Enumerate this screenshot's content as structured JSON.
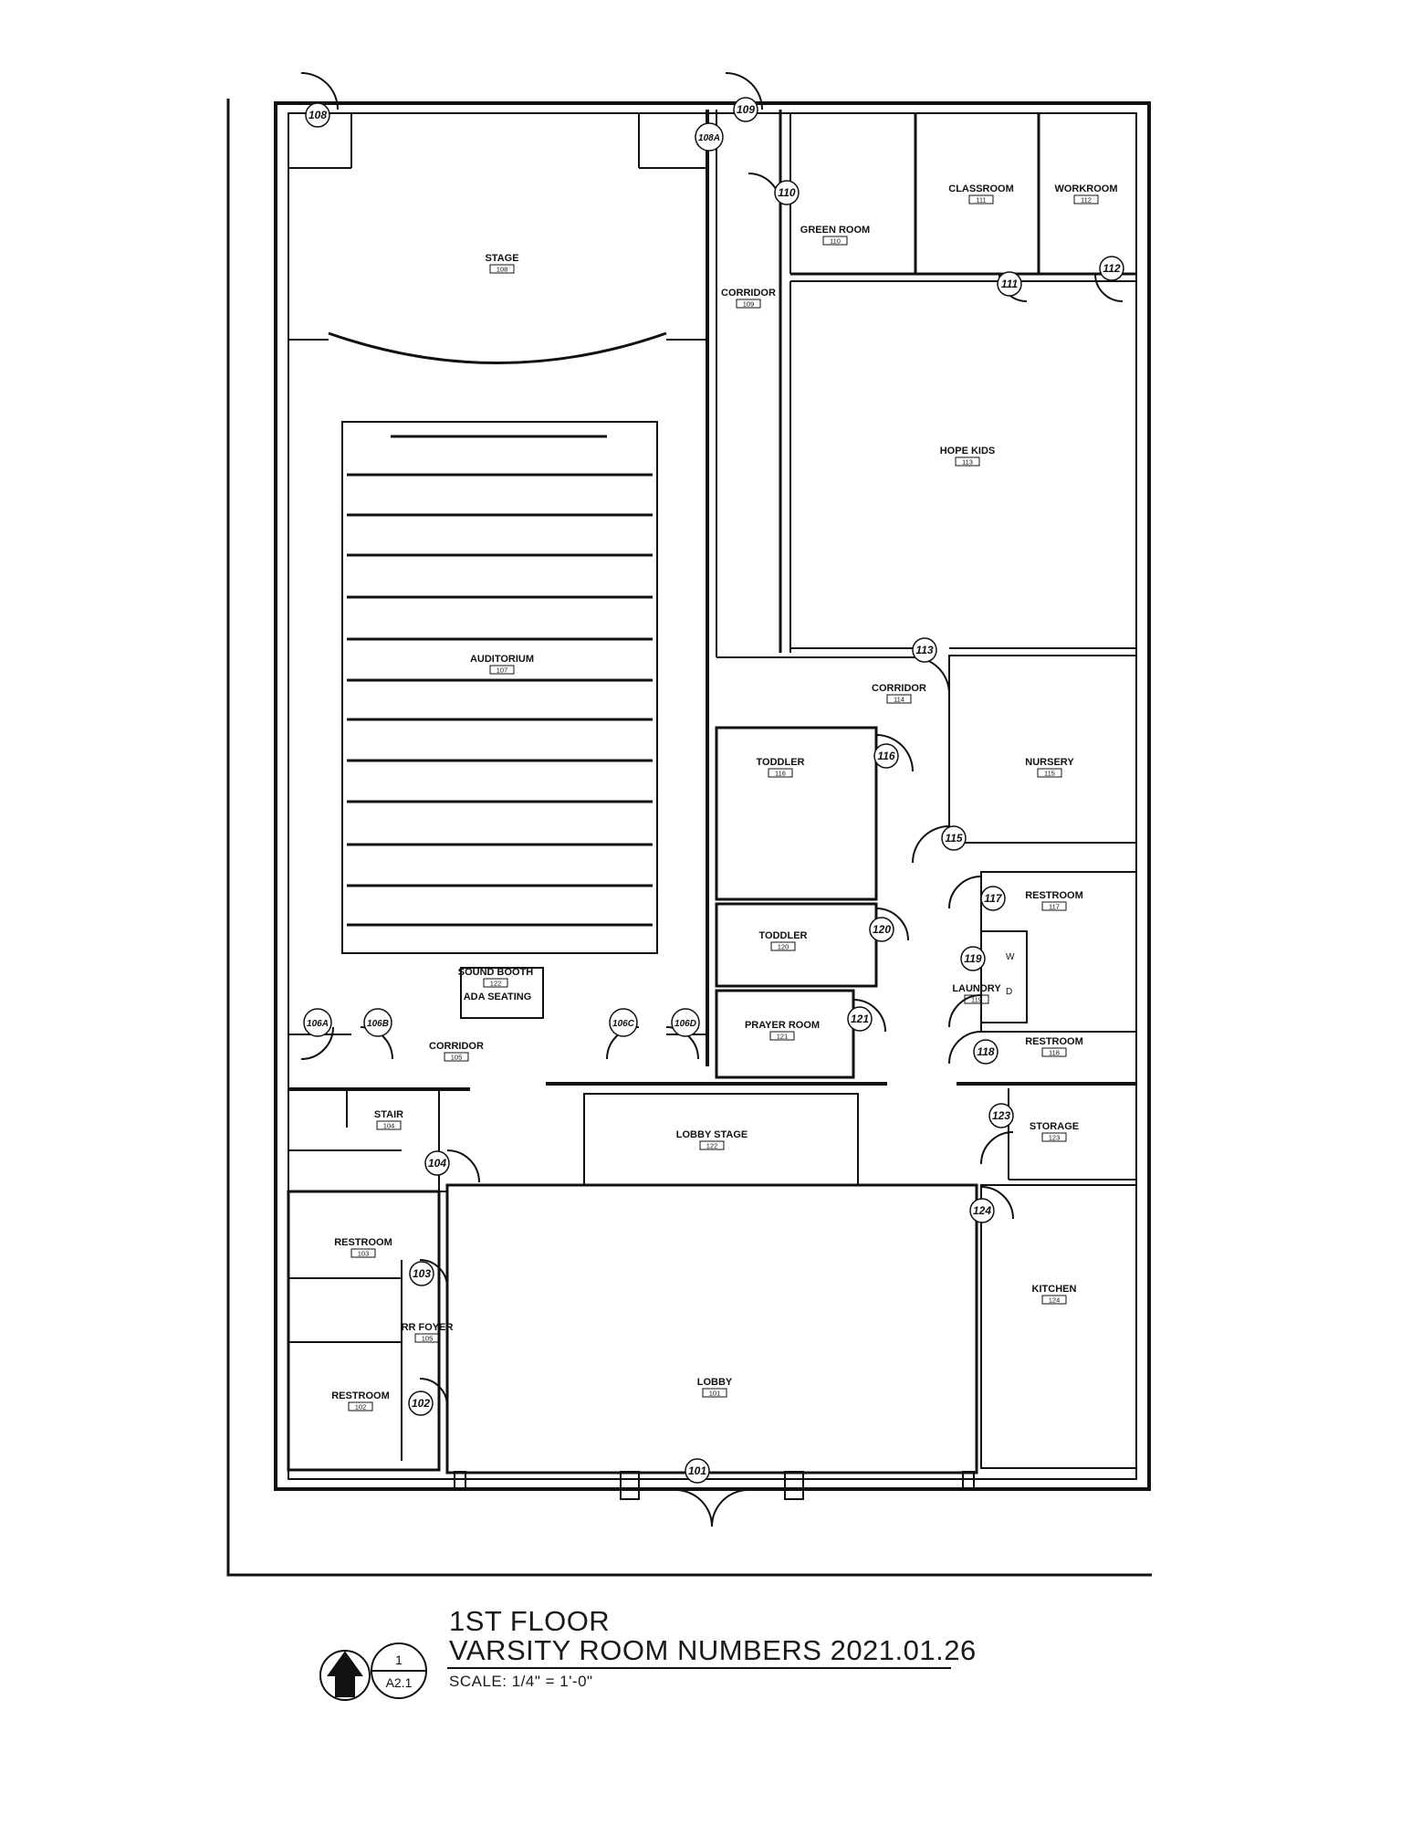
{
  "rooms": [
    {
      "name": "STAGE",
      "number": "108"
    },
    {
      "name": "CORRIDOR",
      "number": "109"
    },
    {
      "name": "GREEN ROOM",
      "number": "110"
    },
    {
      "name": "CLASSROOM",
      "number": "111"
    },
    {
      "name": "WORKROOM",
      "number": "112"
    },
    {
      "name": "HOPE KIDS",
      "number": "113"
    },
    {
      "name": "AUDITORIUM",
      "number": "107"
    },
    {
      "name": "CORRIDOR",
      "number": "114"
    },
    {
      "name": "TODDLER",
      "number": "116"
    },
    {
      "name": "NURSERY",
      "number": "115"
    },
    {
      "name": "TODDLER",
      "number": "120"
    },
    {
      "name": "PRAYER ROOM",
      "number": "121"
    },
    {
      "name": "RESTROOM",
      "number": "117"
    },
    {
      "name": "LAUNDRY",
      "number": "119"
    },
    {
      "name": "RESTROOM",
      "number": "118"
    },
    {
      "name": "SOUND BOOTH",
      "number": "122"
    },
    {
      "name": "ADA SEATING",
      "number": ""
    },
    {
      "name": "CORRIDOR",
      "number": "105"
    },
    {
      "name": "STAIR",
      "number": "104"
    },
    {
      "name": "LOBBY STAGE",
      "number": "122"
    },
    {
      "name": "STORAGE",
      "number": "123"
    },
    {
      "name": "RESTROOM",
      "number": "103"
    },
    {
      "name": "RR FOYER",
      "number": "105"
    },
    {
      "name": "RESTROOM",
      "number": "102"
    },
    {
      "name": "LOBBY",
      "number": "101"
    },
    {
      "name": "KITCHEN",
      "number": "124"
    }
  ],
  "doors": [
    "108",
    "108A",
    "109",
    "110",
    "111",
    "112",
    "113",
    "116",
    "115",
    "117",
    "120",
    "119",
    "121",
    "118",
    "106A",
    "106B",
    "106C",
    "106D",
    "123",
    "104",
    "124",
    "103",
    "102",
    "101"
  ],
  "fixture_marks": {
    "washer": "W",
    "dryer": "D"
  },
  "title_block": {
    "line1": "1ST FLOOR",
    "line2": "VARSITY ROOM NUMBERS 2021.01.26",
    "scale": "SCALE: 1/4\" = 1'-0\"",
    "detail_number": "1",
    "sheet_number": "A2.1"
  }
}
